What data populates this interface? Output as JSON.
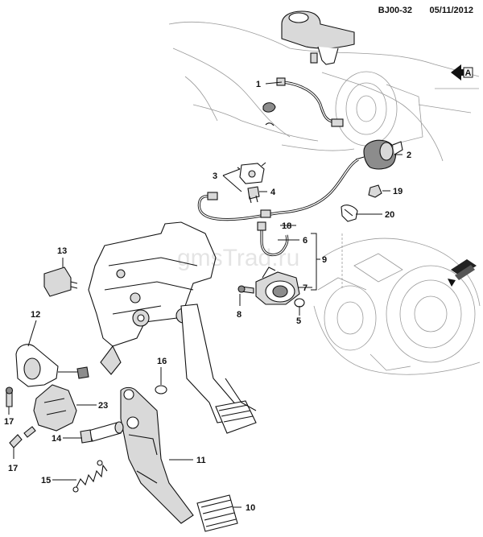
{
  "header": {
    "code": "BJ00-32",
    "date": "05/11/2012"
  },
  "view_marker": {
    "label": "A"
  },
  "watermark": "gmsTrad.ru",
  "callouts": [
    "1",
    "2",
    "3",
    "4",
    "5",
    "6",
    "7",
    "8",
    "9",
    "10",
    "11",
    "12",
    "13",
    "14",
    "15",
    "16",
    "17",
    "17",
    "18",
    "19",
    "20",
    "23"
  ]
}
